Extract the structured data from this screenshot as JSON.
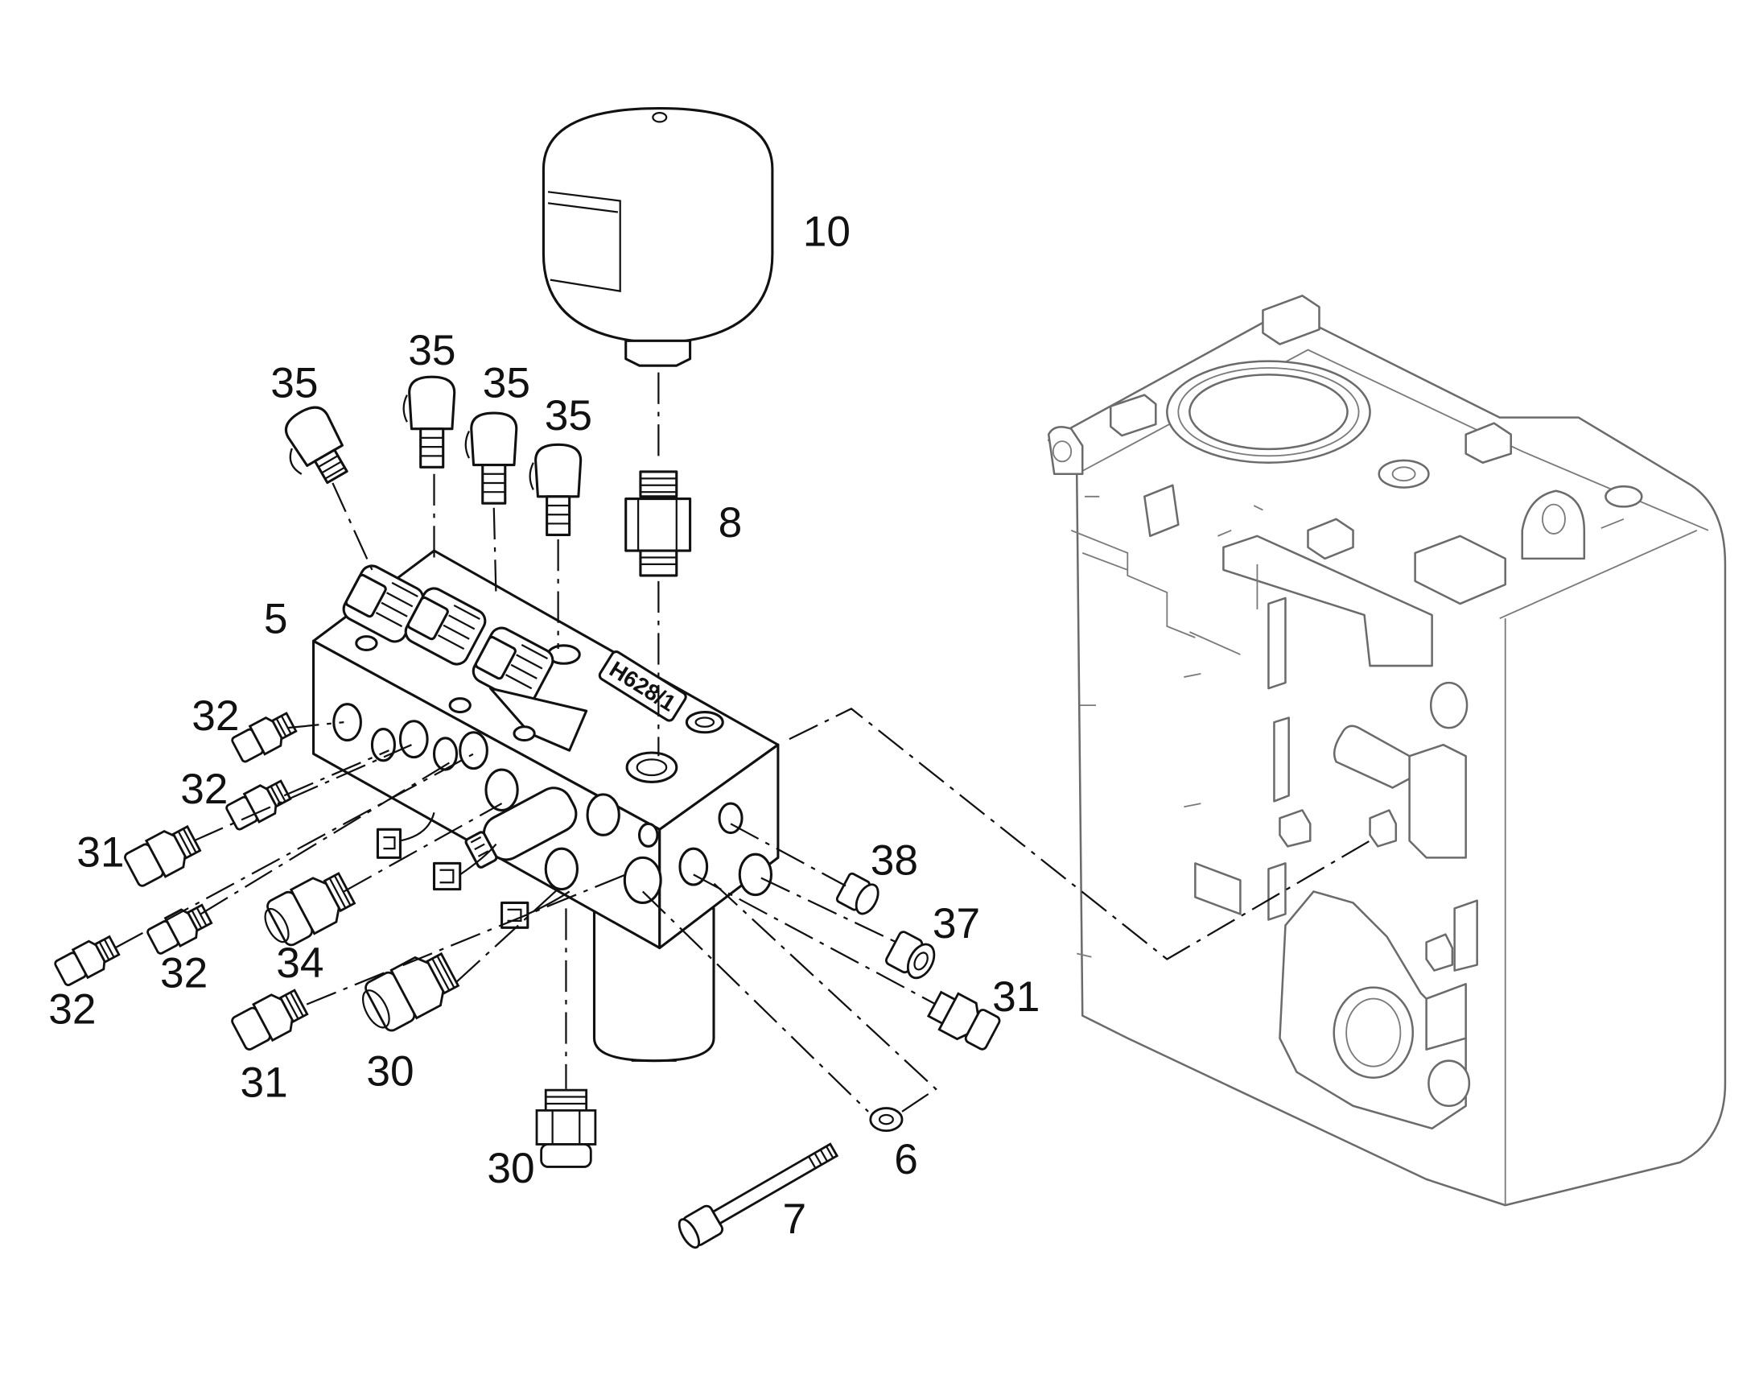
{
  "callouts": {
    "c10": "10",
    "c35a": "35",
    "c35b": "35",
    "c35c": "35",
    "c35d": "35",
    "c8": "8",
    "c5": "5",
    "c32a": "32",
    "c32b": "32",
    "c32c": "32",
    "c32d": "32",
    "c31a": "31",
    "c31b": "31",
    "c31c": "31",
    "c34": "34",
    "c30a": "30",
    "c30b": "30",
    "c38": "38",
    "c37": "37",
    "c6": "6",
    "c7": "7"
  },
  "valve_block_stamp": "H628/1"
}
